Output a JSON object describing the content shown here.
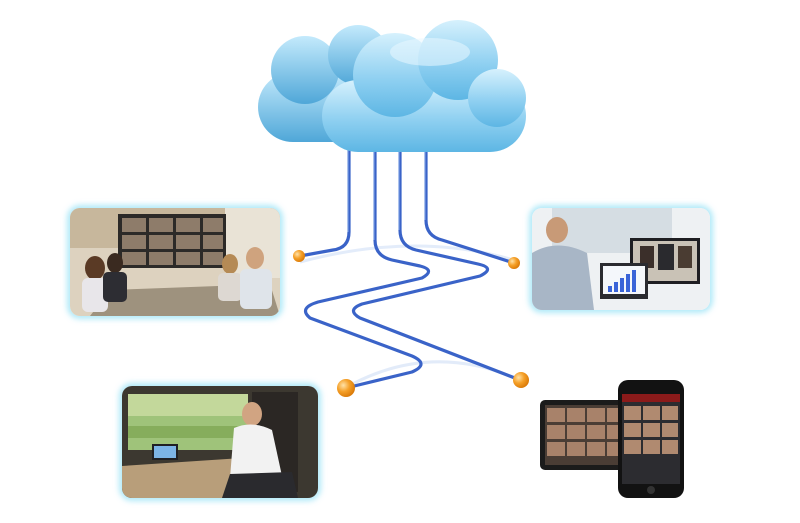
{
  "diagram": {
    "center": {
      "node": "cloud",
      "icon": "cloud-icon"
    },
    "endpoints": [
      {
        "node": "conference-room",
        "icon": "meeting-room-icon"
      },
      {
        "node": "desktop-office",
        "icon": "desktop-video-call-icon"
      },
      {
        "node": "train-laptop",
        "icon": "laptop-user-icon"
      },
      {
        "node": "mobile-devices",
        "icon": "tablet-phone-icon"
      }
    ],
    "connection_count": 4
  },
  "colors": {
    "cloud_light": "#bfe7fb",
    "cloud_dark": "#5db6e4",
    "cable": "#3a63c8",
    "connector": "#f39a1f",
    "frame_glow": "#96e1f5"
  }
}
